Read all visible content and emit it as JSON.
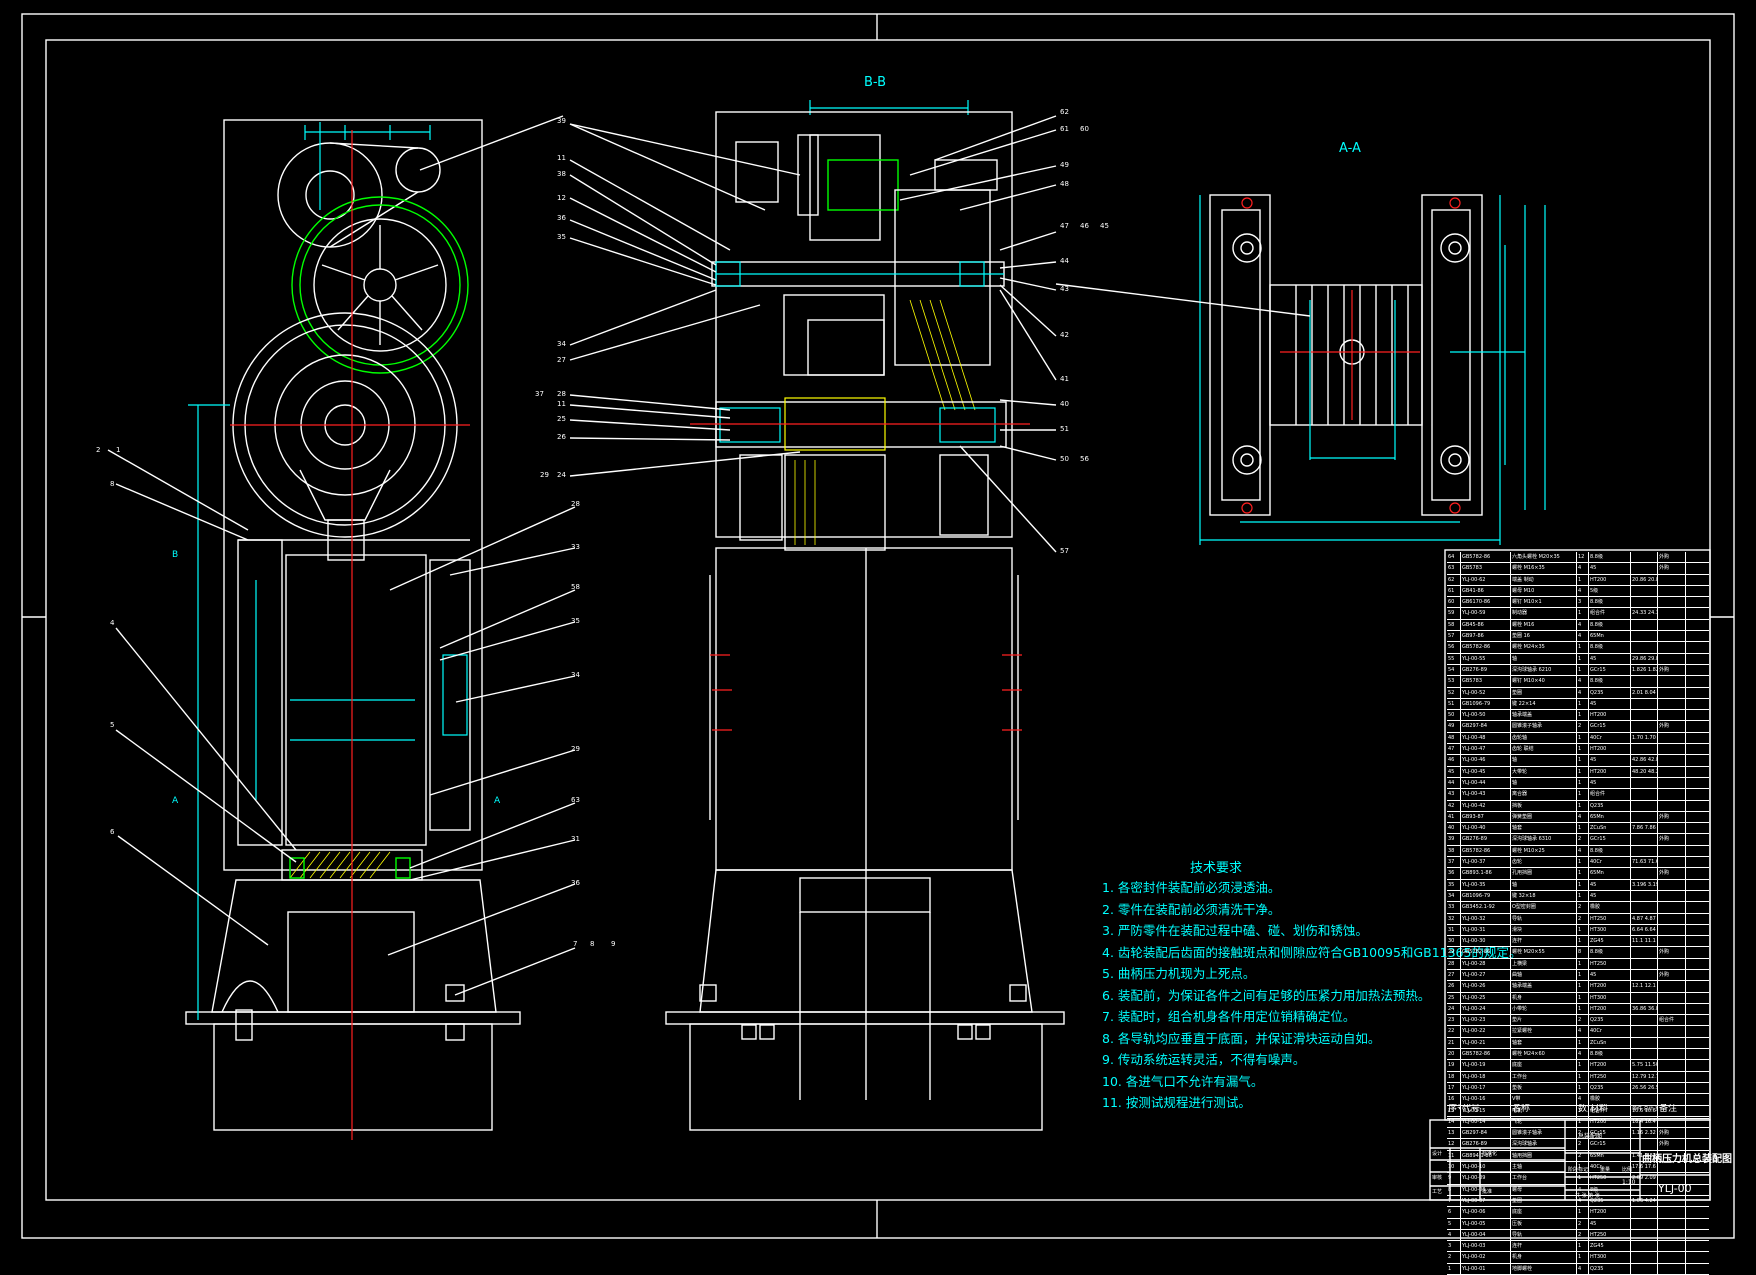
{
  "views": {
    "section_bb": "B-B",
    "section_aa": "A-A",
    "section_marker_a": "A",
    "section_marker_b": "B"
  },
  "balloons": {
    "left": [
      "2",
      "1",
      "8",
      "4",
      "5",
      "6",
      "28",
      "33",
      "58",
      "35",
      "34",
      "29",
      "63",
      "31",
      "36",
      "7",
      "8",
      "9"
    ],
    "middle_left": [
      "39",
      "38",
      "11",
      "12",
      "36",
      "35",
      "34",
      "27",
      "28",
      "37",
      "11",
      "25",
      "26",
      "24",
      "29"
    ],
    "middle_right": [
      "62",
      "61",
      "60",
      "49",
      "48",
      "47",
      "46",
      "45",
      "44",
      "43",
      "42",
      "41",
      "40",
      "51",
      "50",
      "57",
      "56"
    ]
  },
  "technical_requirements": {
    "title": "技术要求",
    "items": [
      "1. 各密封件装配前必须浸透油。",
      "2. 零件在装配前必须清洗干净。",
      "3. 严防零件在装配过程中磕、碰、划伤和锈蚀。",
      "4. 齿轮装配后齿面的接触斑点和侧隙应符合GB10095和GB11365的规定。",
      "5. 曲柄压力机现为上死点。",
      "6. 装配前，为保证各件之间有足够的压紧力用加热法预热。",
      "7. 装配时，组合机身各件用定位销精确定位。",
      "8. 各导轨均应垂直于底面，并保证滑块运动自如。",
      "9. 传动系统运转灵活，不得有噪声。",
      "10. 各进气口不允许有漏气。",
      "11. 按测试规程进行测试。"
    ]
  },
  "bom": {
    "header": [
      "序号",
      "代号",
      "名称",
      "数量",
      "材料",
      "单件 总计 重量",
      "备注"
    ],
    "rows": [
      [
        "64",
        "GB5782-86",
        "六角头螺栓 M20×35",
        "12",
        "8.8级",
        "",
        "外购"
      ],
      [
        "63",
        "GB5783",
        "螺栓 M16×35",
        "4",
        "45",
        "",
        "外购"
      ],
      [
        "62",
        "YLJ-00-62",
        "端盖 制动",
        "1",
        "HT200",
        "20.86 20.86",
        ""
      ],
      [
        "61",
        "GB41-86",
        "螺母 M10",
        "4",
        "5级",
        "",
        ""
      ],
      [
        "60",
        "GB6170-86",
        "螺钉 M10×1",
        "3",
        "8.8级",
        "",
        ""
      ],
      [
        "59",
        "YLJ-00-59",
        "制动器",
        "1",
        "组合件",
        "24.33 24.33",
        ""
      ],
      [
        "58",
        "GB45-86",
        "螺栓 M16",
        "4",
        "8.8级",
        "",
        ""
      ],
      [
        "57",
        "GB97-86",
        "垫圈 16",
        "4",
        "65Mn",
        "",
        ""
      ],
      [
        "56",
        "GB5782-86",
        "螺栓 M24×35",
        "1",
        "8.8级",
        "",
        ""
      ],
      [
        "55",
        "YLJ-00-55",
        "轴",
        "1",
        "45",
        "29.86 29.86",
        ""
      ],
      [
        "54",
        "GB276-89",
        "深沟球轴承 6210",
        "1",
        "GCr15",
        "1.826 1.826",
        "外购"
      ],
      [
        "53",
        "GB5783",
        "螺钉 M10×40",
        "4",
        "8.8级",
        "",
        ""
      ],
      [
        "52",
        "YLJ-00-52",
        "垫圈",
        "4",
        "Q235",
        "2.01 8.04",
        ""
      ],
      [
        "51",
        "GB1096-79",
        "键 22×14",
        "1",
        "45",
        "",
        ""
      ],
      [
        "50",
        "YLJ-00-50",
        "轴承端盖",
        "1",
        "HT200",
        "",
        ""
      ],
      [
        "49",
        "GB297-84",
        "圆锥滚子轴承",
        "2",
        "GCr15",
        "",
        "外购"
      ],
      [
        "48",
        "YLJ-00-48",
        "齿轮轴",
        "1",
        "40Cr",
        "1.70 1.70",
        ""
      ],
      [
        "47",
        "YLJ-00-47",
        "齿轮 联结",
        "1",
        "HT200",
        "",
        ""
      ],
      [
        "46",
        "YLJ-00-46",
        "轴",
        "1",
        "45",
        "42.86 42.86",
        ""
      ],
      [
        "45",
        "YLJ-00-45",
        "大带轮",
        "1",
        "HT200",
        "48.20 48.20",
        ""
      ],
      [
        "44",
        "YLJ-00-44",
        "轴",
        "1",
        "45",
        "",
        ""
      ],
      [
        "43",
        "YLJ-00-43",
        "离合器",
        "1",
        "组合件",
        "",
        ""
      ],
      [
        "42",
        "YLJ-00-42",
        "挡板",
        "1",
        "Q235",
        "",
        ""
      ],
      [
        "41",
        "GB93-87",
        "弹簧垫圈",
        "4",
        "65Mn",
        "",
        "外购"
      ],
      [
        "40",
        "YLJ-00-40",
        "轴套",
        "1",
        "ZCuSn",
        "7.86 7.86",
        ""
      ],
      [
        "39",
        "GB276-89",
        "深沟球轴承 6310",
        "2",
        "GCr15",
        "",
        "外购"
      ],
      [
        "38",
        "GB5782-86",
        "螺栓 M10×25",
        "4",
        "8.8级",
        "",
        ""
      ],
      [
        "37",
        "YLJ-00-37",
        "齿轮",
        "1",
        "40Cr",
        "71.63 71.63",
        ""
      ],
      [
        "36",
        "GB893.1-86",
        "孔用挡圈",
        "1",
        "65Mn",
        "",
        "外购"
      ],
      [
        "35",
        "YLJ-00-35",
        "轴",
        "1",
        "45",
        "3.196 3.196",
        ""
      ],
      [
        "34",
        "GB1096-79",
        "键 32×18",
        "1",
        "45",
        "",
        ""
      ],
      [
        "33",
        "GB3452.1-92",
        "O型密封圈",
        "2",
        "橡胶",
        "",
        ""
      ],
      [
        "32",
        "YLJ-00-32",
        "导轨",
        "2",
        "HT250",
        "4.87 4.87",
        ""
      ],
      [
        "31",
        "YLJ-00-31",
        "滑块",
        "1",
        "HT300",
        "6.64 6.64",
        ""
      ],
      [
        "30",
        "YLJ-00-30",
        "连杆",
        "1",
        "ZG45",
        "11.1 11.1",
        ""
      ],
      [
        "29",
        "GB5782-86",
        "螺栓 M20×55",
        "8",
        "8.8级",
        "",
        "外购"
      ],
      [
        "28",
        "YLJ-00-28",
        "上横梁",
        "1",
        "HT250",
        "",
        ""
      ],
      [
        "27",
        "YLJ-00-27",
        "曲轴",
        "1",
        "45",
        "",
        "外购"
      ],
      [
        "26",
        "YLJ-00-26",
        "轴承端盖",
        "1",
        "HT200",
        "12.1 12.1",
        ""
      ],
      [
        "25",
        "YLJ-00-25",
        "机身",
        "1",
        "HT300",
        "",
        ""
      ],
      [
        "24",
        "YLJ-00-24",
        "小带轮",
        "1",
        "HT200",
        "36.86 36.86",
        ""
      ],
      [
        "23",
        "YLJ-00-23",
        "垫片",
        "2",
        "Q235",
        "",
        "组合件"
      ],
      [
        "22",
        "YLJ-00-22",
        "拉紧螺栓",
        "4",
        "40Cr",
        "",
        ""
      ],
      [
        "21",
        "YLJ-00-21",
        "轴套",
        "1",
        "ZCuSn",
        "",
        ""
      ],
      [
        "20",
        "GB5782-86",
        "螺栓 M24×60",
        "4",
        "8.8级",
        "",
        ""
      ],
      [
        "19",
        "YLJ-00-19",
        "底座",
        "1",
        "HT200",
        "5.75 11.50",
        ""
      ],
      [
        "18",
        "YLJ-00-18",
        "工作台",
        "1",
        "HT250",
        "12.79 12.79",
        ""
      ],
      [
        "17",
        "YLJ-00-17",
        "垫板",
        "1",
        "Q235",
        "26.56 26.56",
        ""
      ],
      [
        "16",
        "YLJ-00-16",
        "V带",
        "4",
        "橡胶",
        "",
        ""
      ],
      [
        "15",
        "YLJ-00-15",
        "电机",
        "1",
        "组合件",
        "10.6 10.6",
        ""
      ],
      [
        "14",
        "YLJ-00-14",
        "飞轮",
        "1",
        "HT200",
        "16.4 16.4",
        ""
      ],
      [
        "13",
        "GB297-84",
        "圆锥滚子轴承",
        "2",
        "GCr15",
        "1.16 2.32",
        "外购"
      ],
      [
        "12",
        "GB276-89",
        "深沟球轴承",
        "2",
        "GCr15",
        "",
        "外购"
      ],
      [
        "11",
        "GB894.1-86",
        "轴用挡圈",
        "2",
        "65Mn",
        "1.41 2.82",
        ""
      ],
      [
        "10",
        "YLJ-00-10",
        "主轴",
        "1",
        "40Cr",
        "17.6 17.6",
        ""
      ],
      [
        "9",
        "YLJ-00-09",
        "工作台",
        "1",
        "HT250",
        "2.09 2.09",
        ""
      ],
      [
        "8",
        "YLJ-00-08",
        "螺母",
        "4",
        "8级",
        "",
        ""
      ],
      [
        "7",
        "YLJ-00-07",
        "垫圈",
        "4",
        "Q235",
        "1.06 4.24",
        ""
      ],
      [
        "6",
        "YLJ-00-06",
        "底座",
        "1",
        "HT200",
        "",
        ""
      ],
      [
        "5",
        "YLJ-00-05",
        "压板",
        "2",
        "45",
        "",
        ""
      ],
      [
        "4",
        "YLJ-00-04",
        "导轨",
        "2",
        "HT250",
        "",
        ""
      ],
      [
        "3",
        "YLJ-00-03",
        "连杆",
        "1",
        "ZG45",
        "",
        ""
      ],
      [
        "2",
        "YLJ-00-02",
        "机身",
        "1",
        "HT300",
        "",
        ""
      ],
      [
        "1",
        "YLJ-00-01",
        "地脚螺栓",
        "4",
        "Q235",
        "",
        ""
      ]
    ]
  },
  "title_block": {
    "drawing_name": "曲柄压力机总装配图",
    "drawing_number": "YLJ-00",
    "scale": "1:10",
    "sheet": "共 张 第 张",
    "design": "设计",
    "review": "审核",
    "process": "工艺",
    "approve": "批准",
    "standard": "标准化",
    "stage_mark": "阶段标记",
    "weight": "重量",
    "ratio": "比例",
    "project": "总装配图"
  },
  "colors": {
    "background": "#000000",
    "outline": "#ffffff",
    "dimension": "#00ffff",
    "centerline": "#ff2020",
    "part_highlight": "#00ff00",
    "hatch": "#ffff00"
  }
}
